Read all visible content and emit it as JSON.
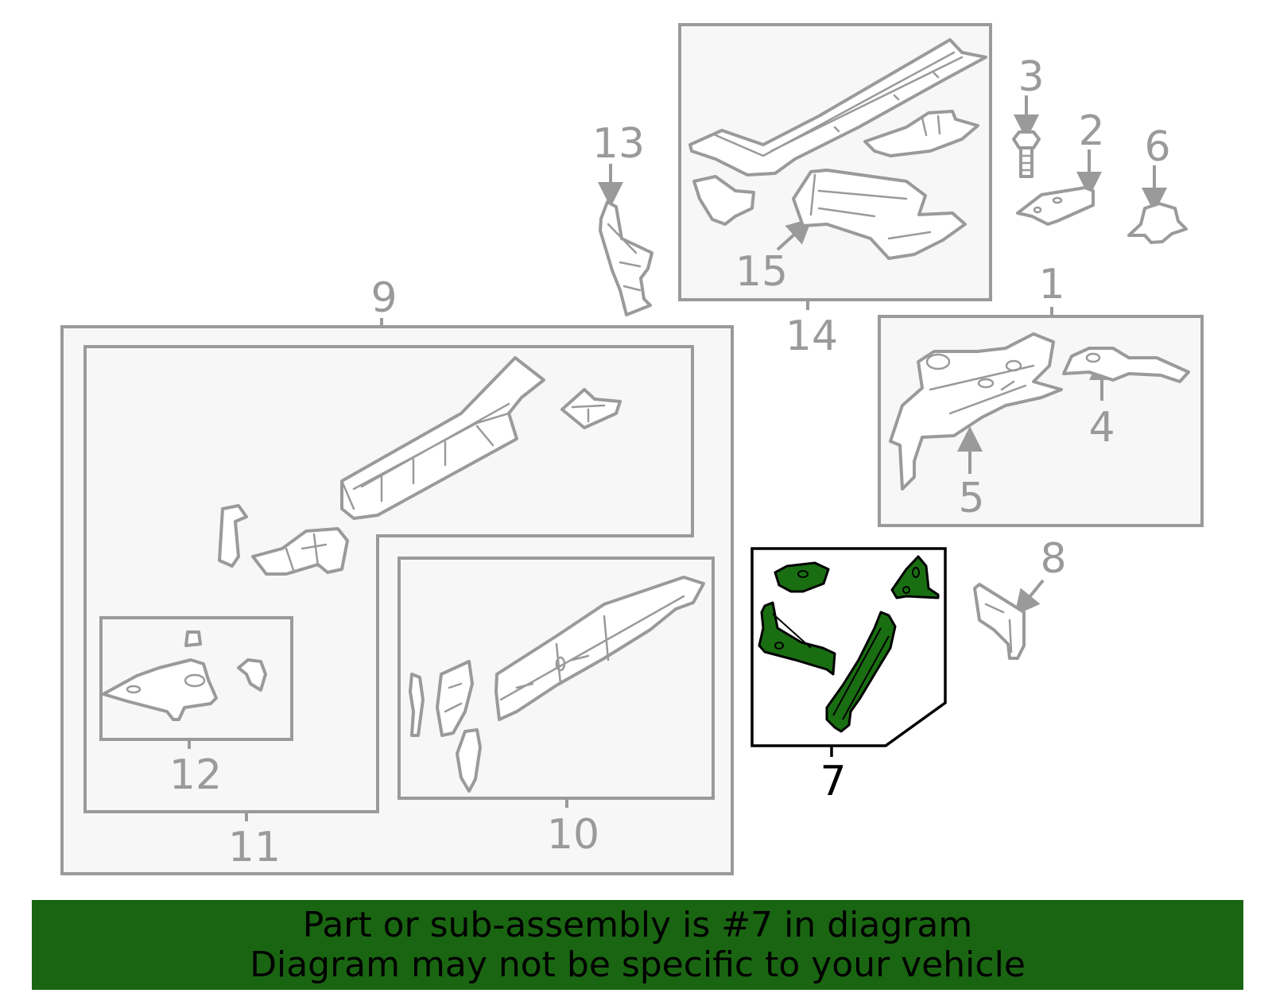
{
  "labels": {
    "n1": "1",
    "n2": "2",
    "n3": "3",
    "n4": "4",
    "n5": "5",
    "n6": "6",
    "n7": "7",
    "n8": "8",
    "n9": "9",
    "n10": "10",
    "n11": "11",
    "n12": "12",
    "n13": "13",
    "n14": "14",
    "n15": "15"
  },
  "highlight_part": "7",
  "colors": {
    "highlight": "#1a6e12",
    "banner": "#1a6512",
    "linework": "#9a9a9a"
  },
  "banner": {
    "line1": "Part or sub-assembly is #7 in diagram",
    "line2": "Diagram may not be specific to your vehicle"
  }
}
